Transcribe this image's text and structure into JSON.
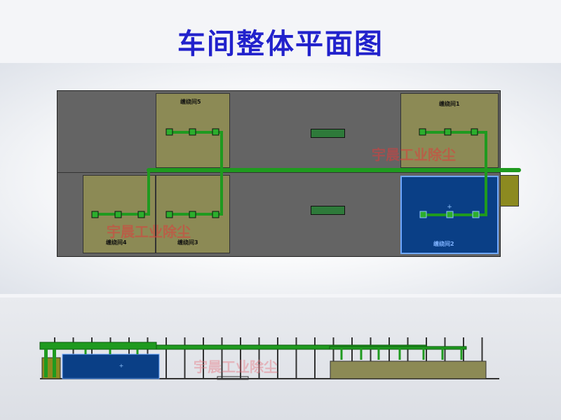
{
  "title": "车间整体平面图",
  "watermark": "宇晨工业除尘",
  "rooms": [
    {
      "label": "缠绕间5"
    },
    {
      "label": "缠绕间1"
    },
    {
      "label": "缠绕间4"
    },
    {
      "label": "缠绕间3"
    },
    {
      "label": "缠绕间2",
      "selected": true
    }
  ],
  "colors": {
    "title": "#2222cc",
    "floor": "#646464",
    "room": "#8c8a55",
    "duct": "#1f9a1f",
    "selected": "#0a3f86"
  }
}
